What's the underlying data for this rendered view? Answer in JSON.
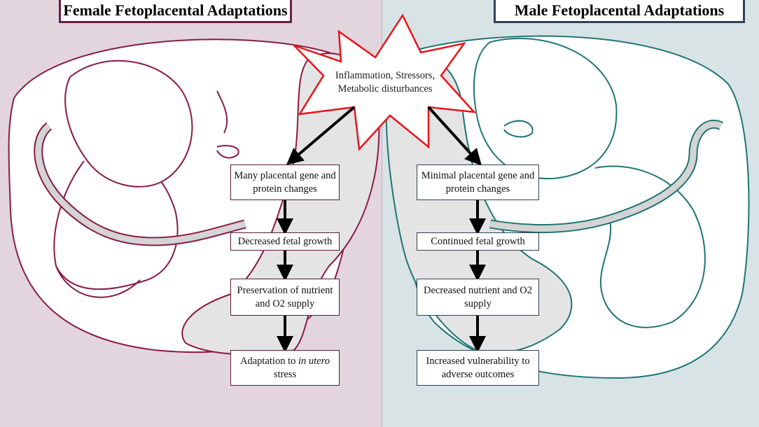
{
  "left_panel": {
    "title": "Female Fetoplacental Adaptations",
    "steps": [
      "Many placental gene and protein changes",
      "Decreased fetal growth",
      "Preservation of nutrient and O2 supply"
    ],
    "final_step": {
      "prefix": "Adaptation to ",
      "italic": "in utero",
      "suffix": " stress"
    },
    "color": "#8a1a45"
  },
  "right_panel": {
    "title": "Male Fetoplacental Adaptations",
    "steps": [
      "Minimal placental gene and protein changes",
      "Continued fetal growth",
      "Decreased nutrient and O2 supply",
      "Increased vulnerability to adverse outcomes"
    ],
    "color": "#1f7474"
  },
  "burst": {
    "text": "Inflammation, Stressors, Metabolic disturbances",
    "color": "#e8141a"
  }
}
